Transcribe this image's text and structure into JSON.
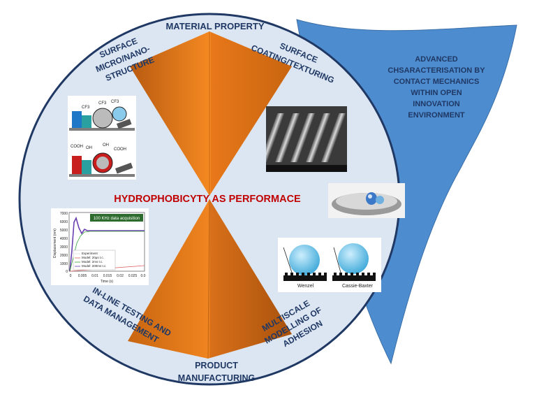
{
  "diagram": {
    "top_label": "MATERIAL PROPERTY",
    "bottom_label": [
      "PRODUCT",
      "MANUFACTURING"
    ],
    "left_top_label": [
      "SURFACE",
      "MICRO/NANO-",
      "STRUCTURE"
    ],
    "right_top_label": [
      "SURFACE",
      "COATING/TEXTURING"
    ],
    "left_bottom_label": [
      "IN-LINE TESTING AND",
      "DATA MANAGEMENT"
    ],
    "right_bottom_label": [
      "MULTISCALE",
      "MODELLING OF",
      "ADHESION"
    ],
    "center_title": "HYDROPHOBICYTY AS PERFORMACE",
    "side_callout": [
      "ADVANCED",
      "CHSARACTERISATION BY",
      "CONTACT MECHANICS",
      "WITHIN OPEN",
      "INNOVATION",
      "ENVIRONMENT"
    ],
    "colors": {
      "circle_fill": "#dce6f2",
      "circle_stroke": "#1f3864",
      "cone_orange": "#f0821e",
      "callout_blue": "#4e8cd0",
      "label_navy": "#1f3864",
      "title_red": "#c00000"
    }
  },
  "thumbnails": {
    "molecule_chem": [
      "CF3",
      "CF3",
      "CF3",
      "COOH",
      "OH",
      "OH",
      "COOH"
    ],
    "sem": {
      "caption": "SEM micrograph"
    },
    "droplet": {
      "caption": "droplet"
    },
    "wetting": {
      "left_label": "Wenzel",
      "right_label": "Cassie-Baxter"
    },
    "plot": {
      "banner": "100 KHz data acquisition",
      "ylabel": "Displacement (nm)",
      "xlabel": "Time (s)",
      "yticks": [
        "7000",
        "6000",
        "5000",
        "4000",
        "3000",
        "2000",
        "1000",
        "0"
      ],
      "xticks": [
        "0",
        "0.005",
        "0.01",
        "0.015",
        "0.02",
        "0.025",
        "0.0"
      ],
      "legend": [
        "Experiment",
        "Model: 20µs t.c.",
        "Model: 2ms t.c.",
        "Model: 200ms t.c."
      ]
    }
  }
}
